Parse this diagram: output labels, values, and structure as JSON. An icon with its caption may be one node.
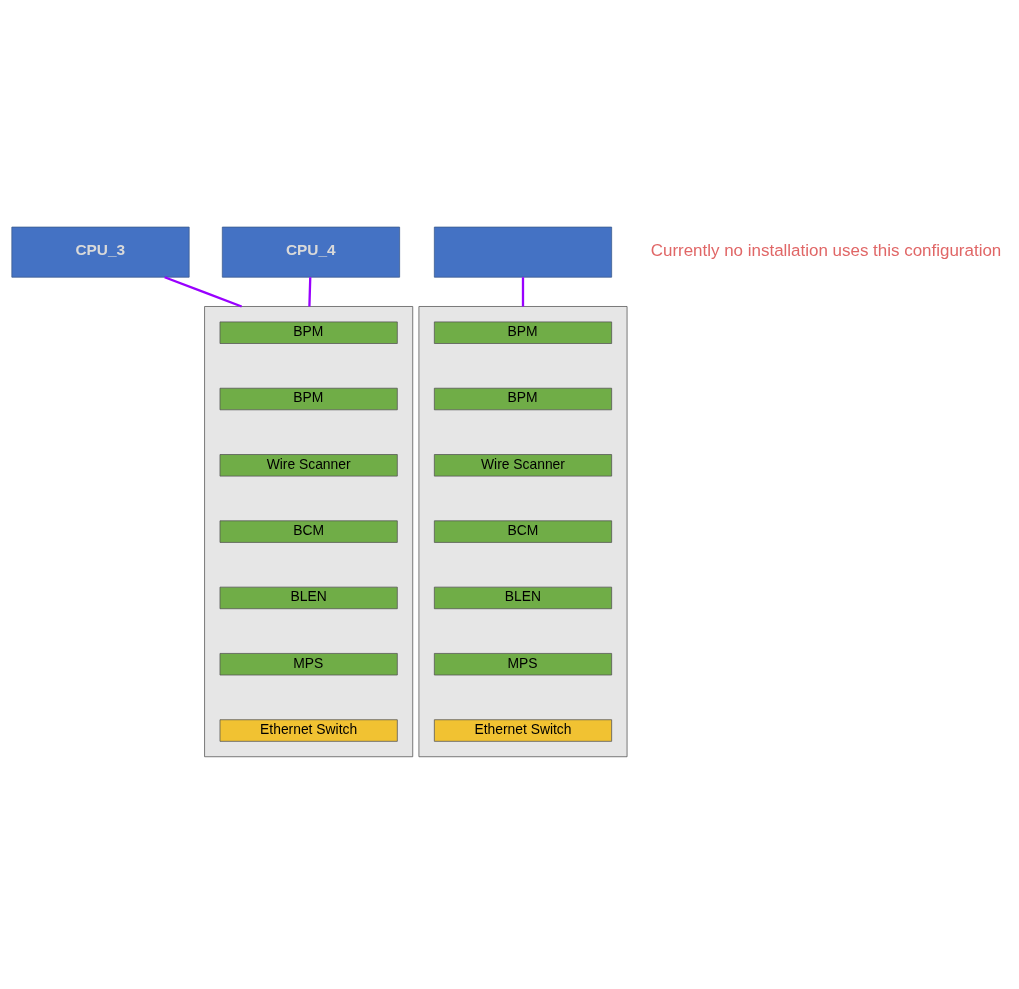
{
  "diagram": {
    "nodes": [
      {
        "text": [
          "CPU_3"
        ]
      },
      {
        "text": [
          "CPU_4"
        ]
      },
      {
        "text": [],
        "shape": "box"
      },
      {
        "text": [],
        "shape": "box"
      },
      {
        "text": [
          "BPM"
        ],
        "in": 3
      },
      {
        "text": [
          "BPM"
        ],
        "in": 3
      },
      {
        "text": [
          "Wire Scanner"
        ],
        "in": 3
      },
      {
        "text": [
          "BCM"
        ],
        "in": 3
      },
      {
        "text": [
          "BLEN"
        ],
        "in": 3
      },
      {
        "text": [
          "MPS"
        ],
        "in": 3
      },
      {
        "text": [
          "Ethernet Switch"
        ],
        "in": 3
      },
      {
        "text": [],
        "shape": "box"
      },
      {
        "text": [
          "BPM"
        ],
        "in": 11
      },
      {
        "text": [
          "BPM"
        ],
        "in": 11
      },
      {
        "text": [
          "Wire Scanner"
        ],
        "in": 11
      },
      {
        "text": [
          "BCM"
        ],
        "in": 11
      },
      {
        "text": [
          "BLEN"
        ],
        "in": 11
      },
      {
        "text": [
          "MPS"
        ],
        "in": 11
      },
      {
        "text": [
          "Ethernet Switch"
        ],
        "in": 11
      }
    ],
    "edges": [
      {
        "from": 2,
        "to": 3,
        "arrow": "none"
      },
      {
        "from": 0,
        "to": 11,
        "arrow": "none"
      },
      {
        "from": 1,
        "to": 11,
        "arrow": "none"
      }
    ],
    "labels": [
      "Currently no installation uses this configuration"
    ]
  }
}
